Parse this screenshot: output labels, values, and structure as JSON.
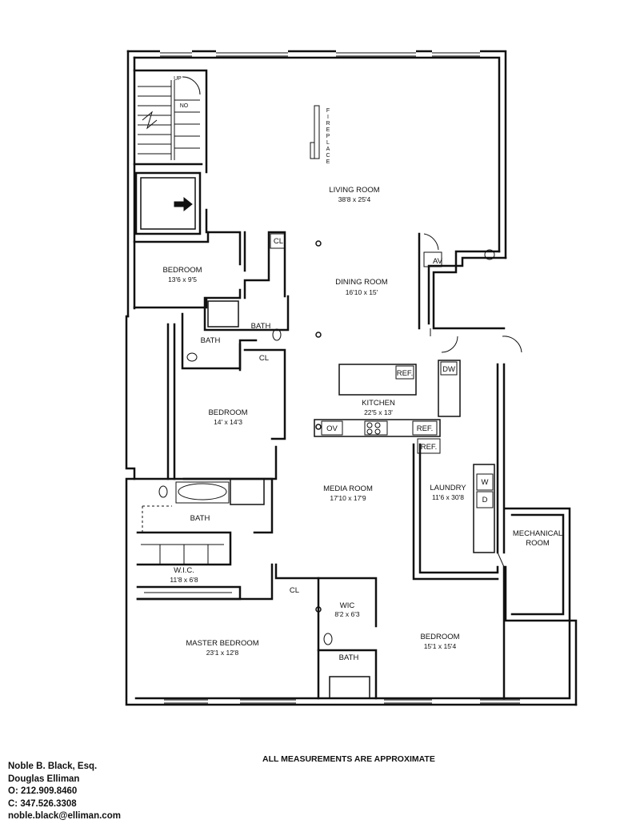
{
  "rooms": {
    "living": {
      "name": "LIVING ROOM",
      "dims": "38'8 x 25'4"
    },
    "dining": {
      "name": "DINING ROOM",
      "dims": "16'10 x 15'"
    },
    "bedroom1": {
      "name": "BEDROOM",
      "dims": "13'6 x 9'5"
    },
    "bedroom2": {
      "name": "BEDROOM",
      "dims": "14' x 14'3"
    },
    "kitchen": {
      "name": "KITCHEN",
      "dims": "22'5 x 13'"
    },
    "media": {
      "name": "MEDIA ROOM",
      "dims": "17'10 x 17'9"
    },
    "laundry": {
      "name": "LAUNDRY",
      "dims": "11'6 x 30'8"
    },
    "wic1": {
      "name": "W.I.C.",
      "dims": "11'8 x 6'8"
    },
    "wic2": {
      "name": "WIC",
      "dims": "8'2 x 6'3"
    },
    "master": {
      "name": "MASTER BEDROOM",
      "dims": "23'1 x 12'8"
    },
    "bedroom3": {
      "name": "BEDROOM",
      "dims": "15'1 x 15'4"
    },
    "mechanical": {
      "line1": "MECHANICAL",
      "line2": "ROOM"
    }
  },
  "fixtures": {
    "fireplace_letters": [
      "F",
      "I",
      "R",
      "E",
      "P",
      "L",
      "A",
      "C",
      "E"
    ],
    "bath": "BATH",
    "closet": "CL",
    "av": "AV",
    "ref": "REF.",
    "dw": "DW",
    "ov": "OV",
    "washer": "W",
    "dryer": "D",
    "up": "UP",
    "no": "NO"
  },
  "footer": {
    "note": "ALL MEASUREMENTS ARE APPROXIMATE",
    "contact_name": "Noble B. Black, Esq.",
    "company": "Douglas Elliman",
    "office_phone": "O: 212.909.8460",
    "cell_phone": "C: 347.526.3308",
    "email": "noble.black@elliman.com"
  }
}
